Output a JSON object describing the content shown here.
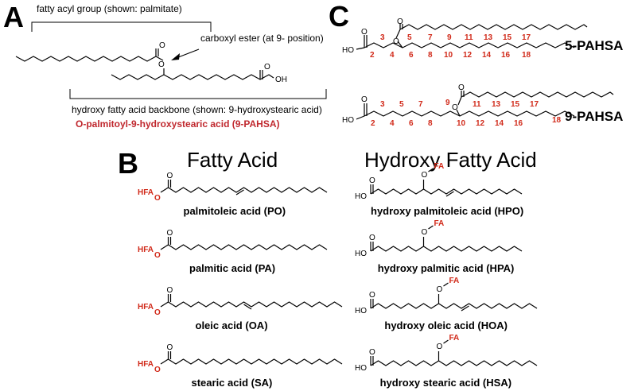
{
  "panels": {
    "a": "A",
    "b": "B",
    "c": "C"
  },
  "panel_a": {
    "acyl_label": "fatty acyl group (shown: palmitate)",
    "ester_label": "carboxyl ester (at 9- position)",
    "backbone_label": "hydroxy fatty acid backbone (shown: 9-hydroxystearic acid)",
    "compound_name": "O-palmitoyl-9-hydroxystearic acid (9-PAHSA)",
    "atom_o": "O",
    "atom_oh": "OH"
  },
  "panel_b": {
    "col_fatty": "Fatty Acid",
    "col_hydroxy": "Hydroxy Fatty Acid",
    "hfa": "HFA",
    "fa": "FA",
    "o": "O",
    "ho": "HO",
    "fatty_acids": [
      {
        "name": "palmitoleic acid (PO)"
      },
      {
        "name": "palmitic acid (PA)"
      },
      {
        "name": "oleic acid (OA)"
      },
      {
        "name": "stearic acid (SA)"
      }
    ],
    "hydroxy_acids": [
      {
        "name": "hydroxy palmitoleic acid (HPO)"
      },
      {
        "name": "hydroxy palmitic acid (HPA)"
      },
      {
        "name": "hydroxy oleic acid (HOA)"
      },
      {
        "name": "hydroxy stearic acid (HSA)"
      }
    ]
  },
  "panel_c": {
    "top_name": "5-PAHSA",
    "bottom_name": "9-PAHSA",
    "ho": "HO",
    "o": "O",
    "numbers": [
      "2",
      "3",
      "4",
      "5",
      "6",
      "7",
      "8",
      "9",
      "10",
      "11",
      "12",
      "13",
      "14",
      "15",
      "16",
      "17",
      "18"
    ]
  },
  "colors": {
    "red": "#d12a1a",
    "title_red": "#c0282e",
    "ink": "#000000"
  }
}
